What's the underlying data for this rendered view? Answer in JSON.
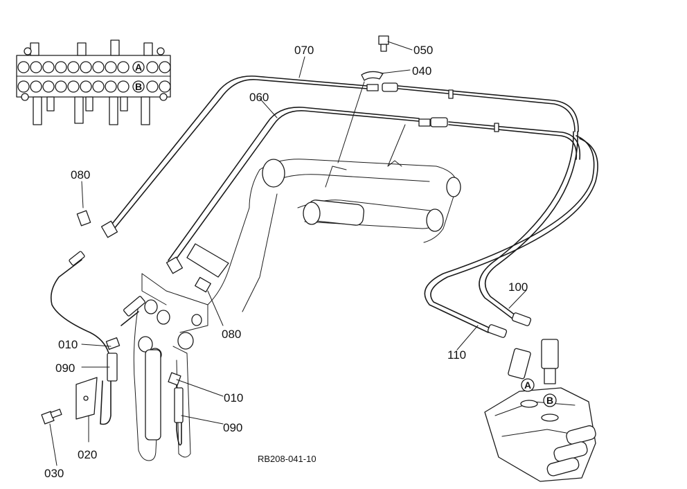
{
  "diagram": {
    "reference": "RB208-041-10",
    "parts": [
      {
        "id": "050",
        "label": "050"
      },
      {
        "id": "040",
        "label": "040"
      },
      {
        "id": "070",
        "label": "070"
      },
      {
        "id": "060",
        "label": "060"
      },
      {
        "id": "080a",
        "label": "080"
      },
      {
        "id": "080b",
        "label": "080"
      },
      {
        "id": "100",
        "label": "100"
      },
      {
        "id": "110",
        "label": "110"
      },
      {
        "id": "010a",
        "label": "010"
      },
      {
        "id": "010b",
        "label": "010"
      },
      {
        "id": "090a",
        "label": "090"
      },
      {
        "id": "090b",
        "label": "090"
      },
      {
        "id": "020",
        "label": "020"
      },
      {
        "id": "030",
        "label": "030"
      }
    ],
    "ports": {
      "inset_a": "A",
      "inset_b": "B",
      "valve_a": "A",
      "valve_b": "B"
    }
  }
}
